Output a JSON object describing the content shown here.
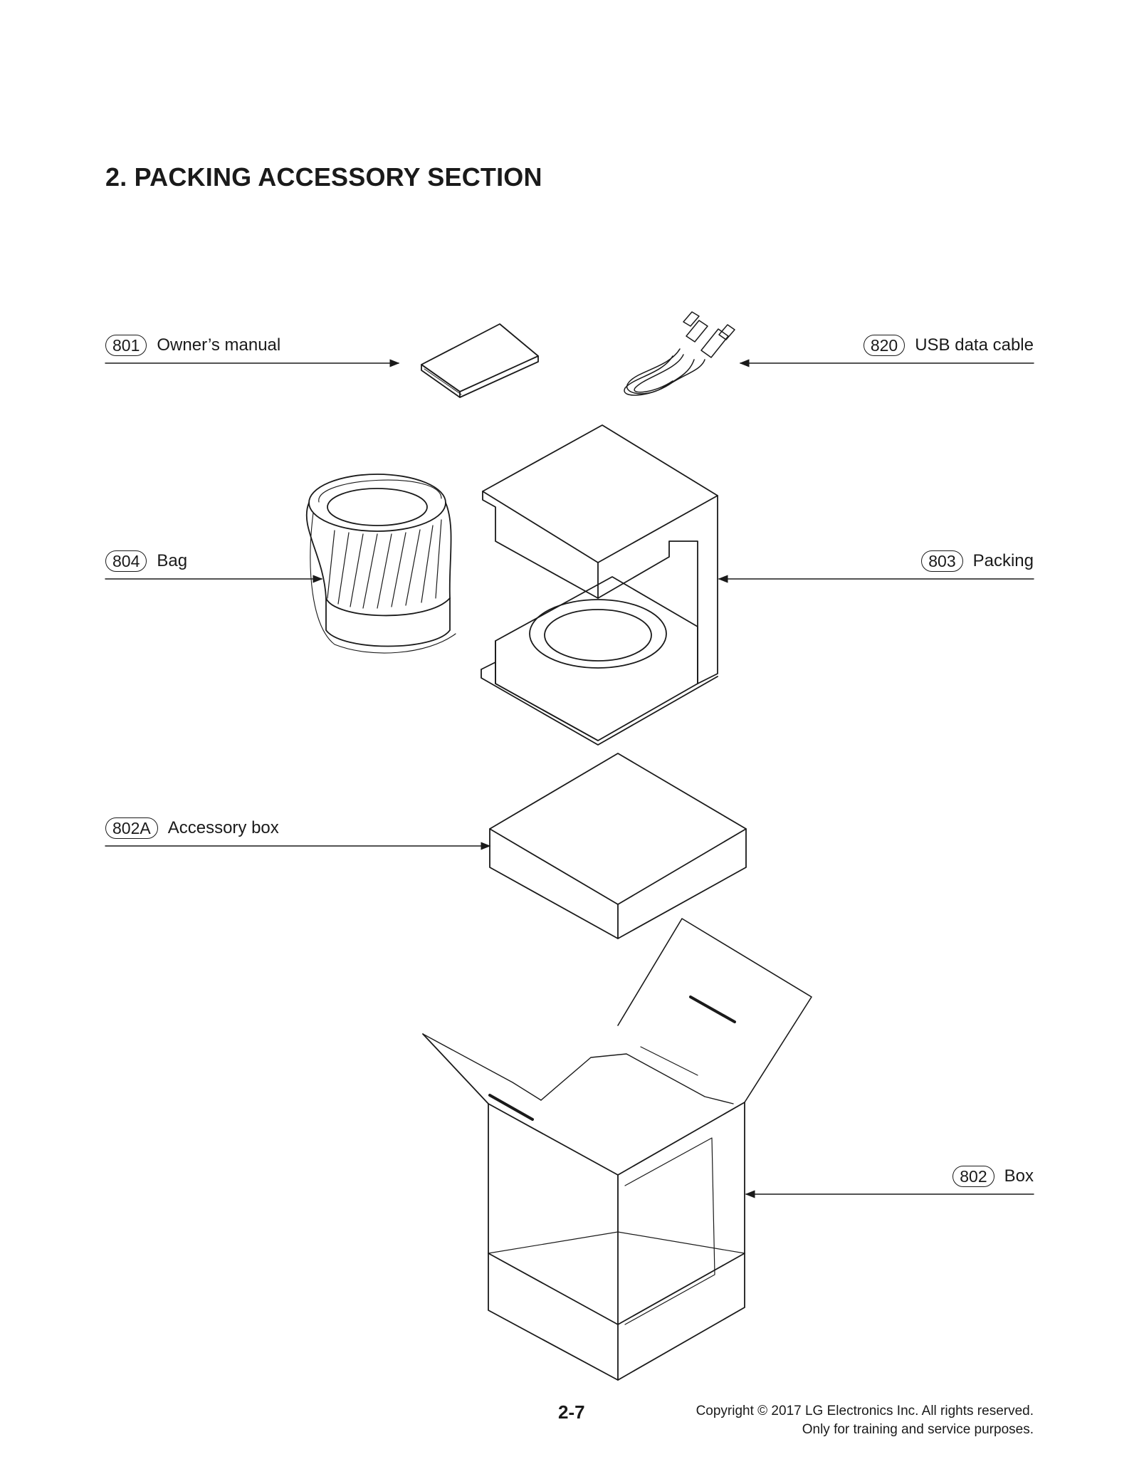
{
  "section_title": "2. PACKING ACCESSORY SECTION",
  "callouts": [
    {
      "id": "801",
      "label": "Owner’s manual"
    },
    {
      "id": "820",
      "label": "USB data cable"
    },
    {
      "id": "804",
      "label": "Bag"
    },
    {
      "id": "803",
      "label": "Packing"
    },
    {
      "id": "802A",
      "label": "Accessory box"
    },
    {
      "id": "802",
      "label": "Box"
    }
  ],
  "footer": {
    "page_number": "2-7",
    "copyright_line1": "Copyright © 2017 LG Electronics Inc. All rights reserved.",
    "copyright_line2": "Only for training and service purposes."
  }
}
